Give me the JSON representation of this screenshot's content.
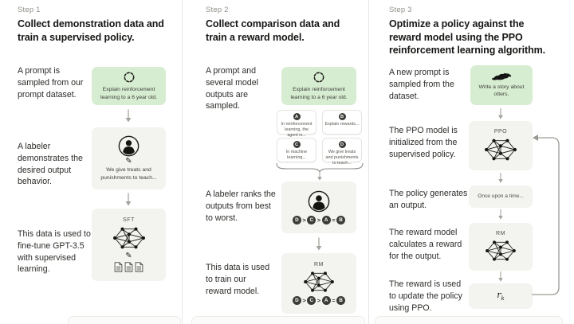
{
  "colors": {
    "prompt_box_green": "#d7edd1",
    "model_box_gray": "#f3f3f0",
    "heading_text": "#161614",
    "badge_dark": "#3b3b37"
  },
  "icons": {
    "pencil": "✎",
    "sample": "sample-cycle-icon",
    "labeler": "labeler-person-icon",
    "network": "neural-network-icon",
    "documents": "documents-icon",
    "otter": "otter-icon"
  },
  "step1": {
    "label": "Step 1",
    "heading": "Collect demonstration data and train a supervised policy.",
    "row1_text": "A prompt is sampled from our prompt dataset.",
    "prompt_box": {
      "text": "Explain reinforcement learning to a 6 year old."
    },
    "row2_text": "A labeler demonstrates the desired output behavior.",
    "labeler_box": {
      "caption": "We give treats and punishments to teach..."
    },
    "row3_text": "This data is used to fine-tune GPT-3.5 with supervised learning.",
    "sft_box": {
      "title": "SFT"
    }
  },
  "step2": {
    "label": "Step 2",
    "heading": "Collect comparison data and train a reward model.",
    "row1_text": "A prompt and several model outputs are sampled.",
    "prompt_box": {
      "text": "Explain reinforcement learning to a 6 year old."
    },
    "outputs": [
      {
        "label": "A",
        "text": "In reinforcement learning, the agent is..."
      },
      {
        "label": "B",
        "text": "Explain rewards..."
      },
      {
        "label": "C",
        "text": "In machine learning..."
      },
      {
        "label": "D",
        "text": "We give treats and punishments to teach..."
      }
    ],
    "row2_text": "A labeler ranks the outputs from best to worst.",
    "ranking": [
      "D",
      ">",
      "C",
      ">",
      "A",
      "=",
      "B"
    ],
    "row3_text": "This data is used to train our reward model.",
    "rm_box": {
      "title": "RM"
    }
  },
  "step3": {
    "label": "Step 3",
    "heading": "Optimize a policy against the reward model using the PPO reinforcement learning algorithm.",
    "row1_text": "A new prompt is sampled from the dataset.",
    "prompt_box": {
      "text": "Write a story about otters."
    },
    "row2_text": "The PPO model is initialized from the supervised policy.",
    "ppo_box": {
      "title": "PPO"
    },
    "row3_text": "The policy generates an output.",
    "output_box": {
      "text": "Once upon a time..."
    },
    "row4_text": "The reward model calculates a reward for the output.",
    "rm_box": {
      "title": "RM"
    },
    "row5_text": "The reward is used to update the policy using PPO.",
    "reward_box": {
      "main": "r",
      "sub": "k"
    }
  }
}
